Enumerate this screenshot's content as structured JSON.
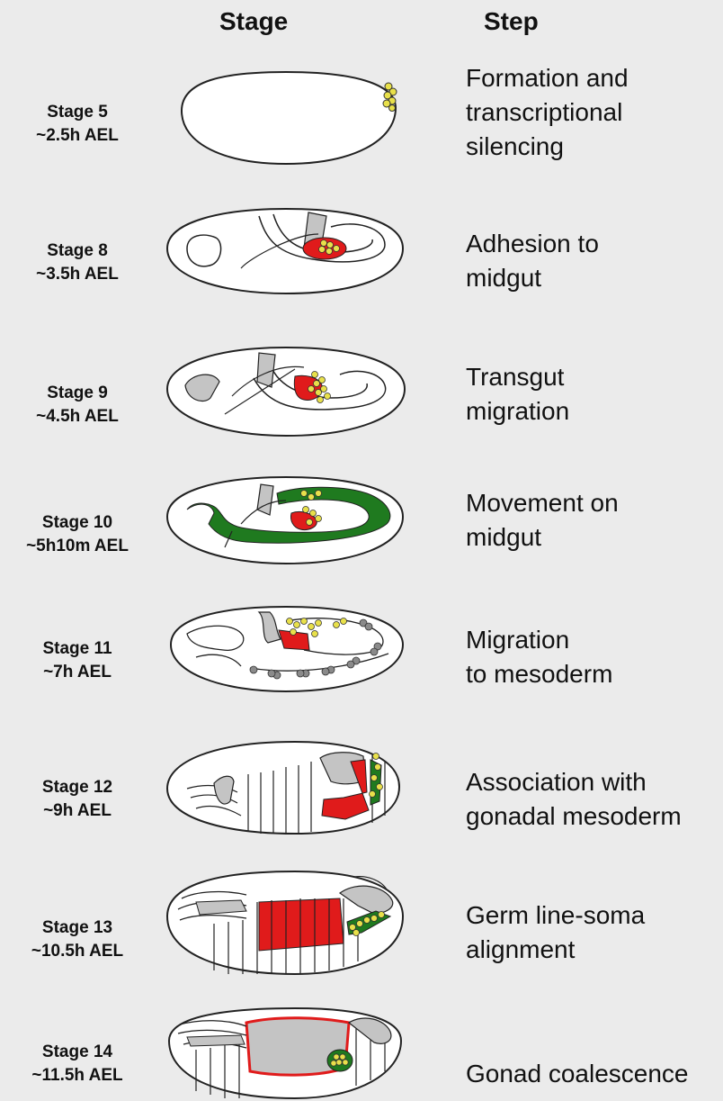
{
  "headers": {
    "stage": "Stage",
    "step": "Step"
  },
  "rows": [
    {
      "stage": "Stage 5",
      "time": "~2.5h AEL",
      "step_lines": [
        "Formation and",
        "transcriptional",
        "silencing"
      ]
    },
    {
      "stage": "Stage 8",
      "time": "~3.5h AEL",
      "step_lines": [
        "Adhesion to",
        "midgut"
      ]
    },
    {
      "stage": "Stage 9",
      "time": "~4.5h AEL",
      "step_lines": [
        "Transgut",
        "migration"
      ]
    },
    {
      "stage": "Stage 10",
      "time": "~5h10m AEL",
      "step_lines": [
        "Movement on",
        "midgut"
      ]
    },
    {
      "stage": "Stage 11",
      "time": "~7h AEL",
      "step_lines": [
        "Migration",
        "to mesoderm"
      ]
    },
    {
      "stage": "Stage 12",
      "time": "~9h AEL",
      "step_lines": [
        "Association with",
        "gonadal mesoderm"
      ]
    },
    {
      "stage": "Stage 13",
      "time": "~10.5h AEL",
      "step_lines": [
        "Germ line-soma",
        "alignment"
      ]
    },
    {
      "stage": "Stage 14",
      "time": "~11.5h AEL",
      "step_lines": [
        "Gonad coalescence"
      ]
    }
  ],
  "colors": {
    "background": "#ebebeb",
    "embryo_fill": "#ffffff",
    "outline": "#222222",
    "germ_cell": "#e8e04a",
    "midgut_red": "#e01b1b",
    "mesoderm_green": "#1f7a1f",
    "tissue_gray": "#c4c4c4"
  }
}
